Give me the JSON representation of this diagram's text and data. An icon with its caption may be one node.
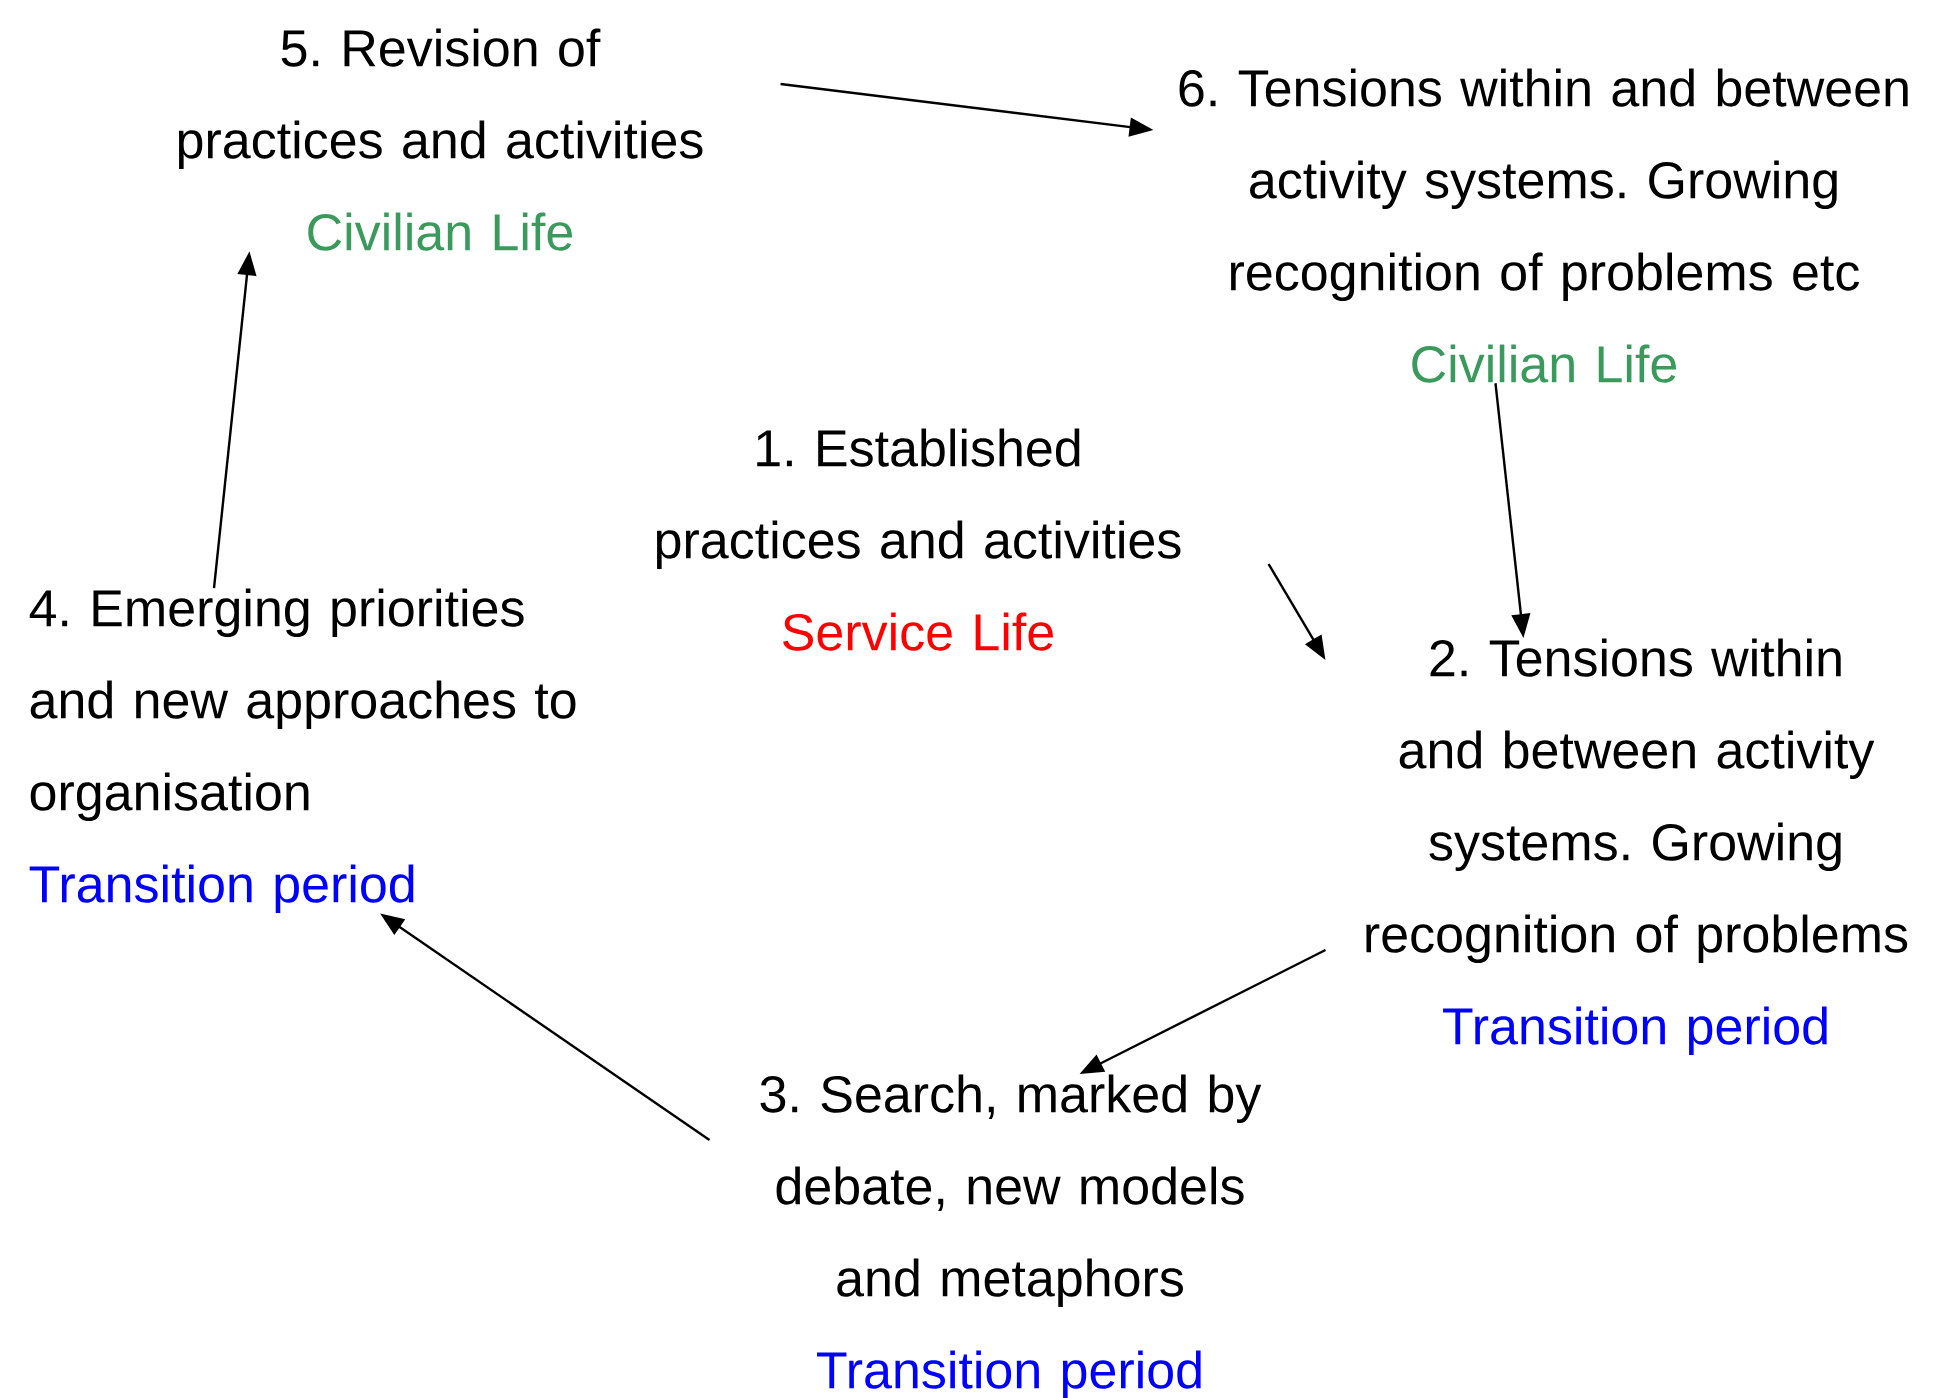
{
  "diagram": {
    "nodes": [
      {
        "text": [
          "5. Revision of practices and activities",
          "Civilian Life"
        ]
      },
      {
        "text": [
          "6. Tensions within and between activity systems. Growing recognition of problems etc",
          "Civilian Life"
        ]
      },
      {
        "text": [
          "1. Established practices and activities",
          "Service Life"
        ]
      },
      {
        "text": [
          "4. Emerging priorities and new approaches to organisation",
          "Transition period"
        ]
      },
      {
        "text": [
          "2. Tensions within and between activity systems. Growing recognition of problems",
          "Transition period"
        ]
      },
      {
        "text": [
          "3. Search, marked by debate, new models and metaphors",
          "Transition period"
        ]
      }
    ],
    "edges": [
      {
        "from": 0,
        "to": 1,
        "arrow": "to"
      },
      {
        "from": 1,
        "to": 4,
        "arrow": "to"
      },
      {
        "from": 2,
        "to": 4,
        "arrow": "to"
      },
      {
        "from": 4,
        "to": 5,
        "arrow": "to"
      },
      {
        "from": 5,
        "to": 3,
        "arrow": "to"
      },
      {
        "from": 3,
        "to": 0,
        "arrow": "to"
      }
    ]
  }
}
